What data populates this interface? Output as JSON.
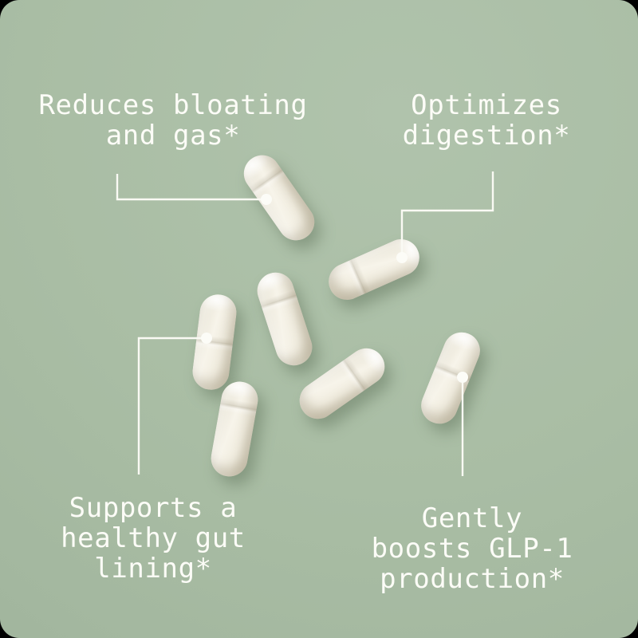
{
  "page": {
    "type": "supplement-benefits-infographic",
    "background_color": "#a9bda4",
    "capsule_color": "#f1ede1",
    "line_color": "#fafaf4",
    "text_color": "#fcfcf7",
    "capsule_count": 7
  },
  "annotations": [
    {
      "id": "reduces-bloating-gas",
      "lines": [
        "Reduces bloating",
        "and gas*"
      ]
    },
    {
      "id": "optimizes-digestion",
      "lines": [
        "Optimizes",
        "digestion*"
      ]
    },
    {
      "id": "supports-gut-lining",
      "lines": [
        "Supports a",
        "healthy gut",
        "lining*"
      ]
    },
    {
      "id": "boosts-glp1",
      "lines": [
        "Gently",
        "boosts GLP-1",
        "production*"
      ]
    }
  ]
}
